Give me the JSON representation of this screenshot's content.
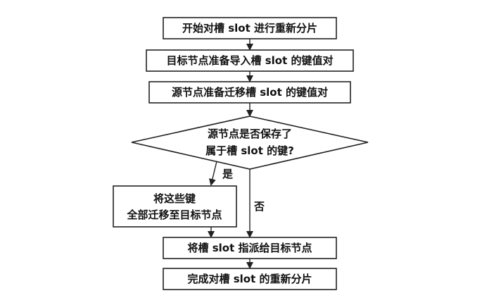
{
  "diagram": {
    "nodes": {
      "start": "开始对槽 slot 进行重新分片",
      "target_prepare": "目标节点准备导入槽 slot 的键值对",
      "source_prepare": "源节点准备迁移槽 slot 的键值对",
      "decision_line1": "源节点是否保存了",
      "decision_line2": "属于槽 slot 的键?",
      "migrate_line1": "将这些键",
      "migrate_line2": "全部迁移至目标节点",
      "assign": "将槽 slot 指派给目标节点",
      "finish": "完成对槽 slot 的重新分片"
    },
    "edges": {
      "yes_label": "是",
      "no_label": "否"
    },
    "colors": {
      "stroke": "#222222",
      "text": "#111111",
      "background": "#ffffff"
    }
  }
}
